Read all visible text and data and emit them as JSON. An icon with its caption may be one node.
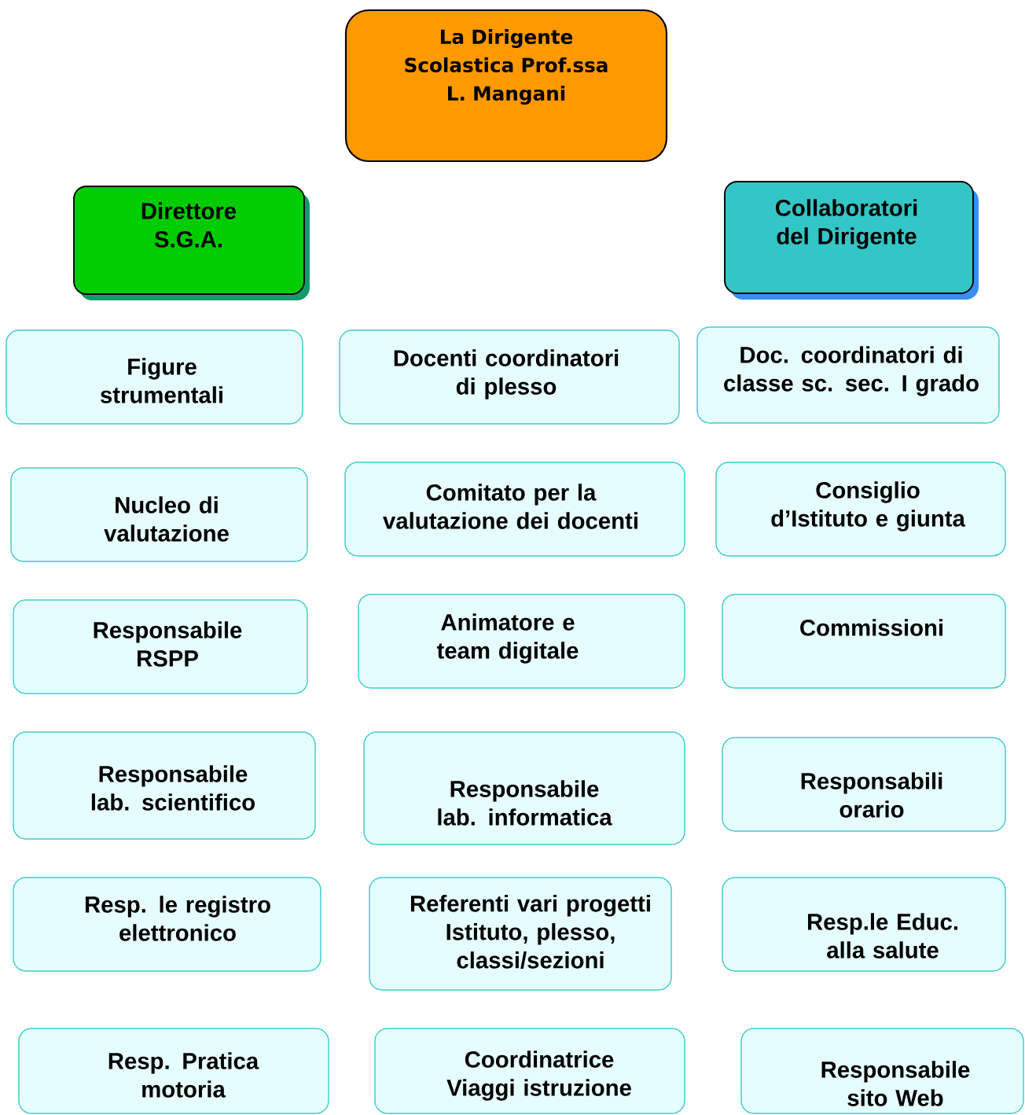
{
  "diagram": {
    "nodes": [
      {
        "text": [
          "La Dirigente Scolastica Prof.ssa L. Mangani"
        ]
      },
      {
        "text": [
          "Direttore S.G.A."
        ]
      },
      {
        "text": [
          "Collaboratori del Dirigente"
        ]
      },
      {
        "text": [
          "Figure strumentali"
        ]
      },
      {
        "text": [
          "Docenti coordinatori di plesso"
        ]
      },
      {
        "text": [
          "Doc. coordinatori di classe sc. sec. I grado"
        ]
      },
      {
        "text": [
          "Nucleo di valutazione"
        ]
      },
      {
        "text": [
          "Comitato per la valutazione dei docenti"
        ]
      },
      {
        "text": [
          "Consiglio d’Istituto e giunta"
        ]
      },
      {
        "text": [
          "Responsabile RSPP"
        ]
      },
      {
        "text": [
          "Animatore e team digitale"
        ]
      },
      {
        "text": [
          "Commissioni"
        ]
      },
      {
        "text": [
          "Responsabile lab. scientifico"
        ]
      },
      {
        "text": [
          "Responsabile lab. informatica"
        ]
      },
      {
        "text": [
          "Responsabili orario"
        ]
      },
      {
        "text": [
          "Resp. le registro elettronico"
        ]
      },
      {
        "text": [
          "Referenti vari progetti Istituto, plesso, classi/sezioni"
        ]
      },
      {
        "text": [
          "Resp.le Educ. alla salute"
        ]
      },
      {
        "text": [
          "Resp. Pratica motoria"
        ]
      },
      {
        "text": [
          "Coordinatrice Viaggi istruzione"
        ]
      },
      {
        "text": [
          "Responsabile sito Web"
        ]
      }
    ]
  }
}
